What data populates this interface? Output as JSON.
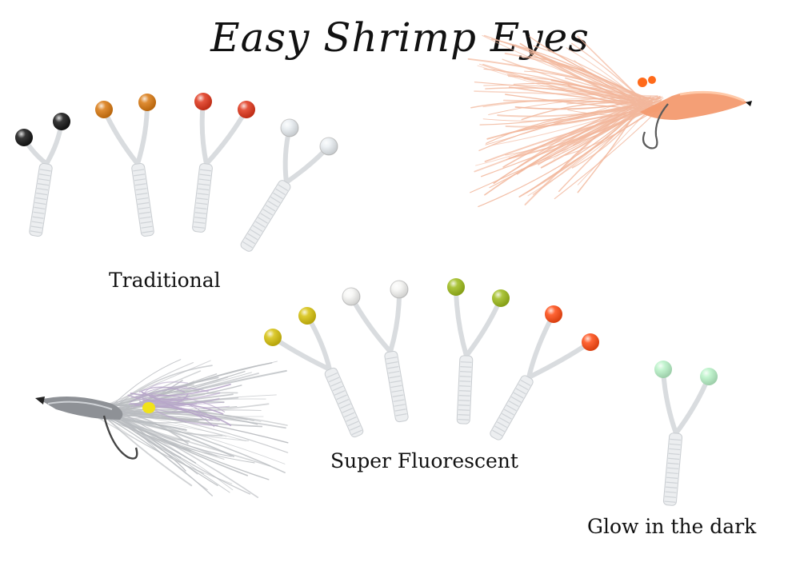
{
  "title": "Easy Shrimp Eyes",
  "labels": {
    "traditional": "Traditional",
    "super_fluorescent": "Super Fluorescent",
    "glow": "Glow in the dark"
  },
  "eye_groups": {
    "traditional": [
      "black",
      "amber",
      "red",
      "clear"
    ],
    "super_fluorescent": [
      "yellow",
      "white",
      "chartreuse",
      "orange"
    ],
    "glow": [
      "glow-green"
    ]
  },
  "colors": {
    "black": "#141414",
    "amber": "#d9780f",
    "red": "#e0351a",
    "clear": "#e9eef2",
    "yellow": "#d6c10c",
    "white": "#f6f6f4",
    "chartreuse": "#9dbb1a",
    "orange": "#ff4a12",
    "glow-green": "#b9f3c8",
    "shrimp-fly-pink": "#f2b79c",
    "shrimp-fly-grey": "#b9bcc0",
    "shrimp-fly-purple": "#b7a6c9"
  }
}
